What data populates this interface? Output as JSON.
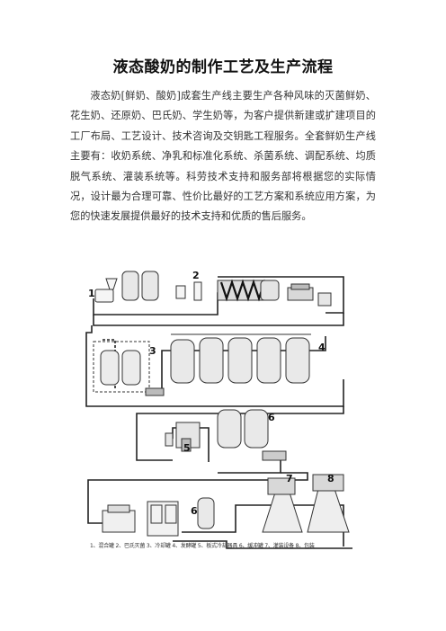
{
  "document": {
    "title": "液态酸奶的制作工艺及生产流程",
    "paragraph": "液态奶[鲜奶、酸奶]成套生产线主要生产各种风味的灭菌鲜奶、花生奶、还原奶、巴氏奶、学生奶等，为客户提供新建或扩建项目的工厂布局、工艺设计、技术咨询及交钥匙工程服务。全套鲜奶生产线主要有：收奶系统、净乳和标准化系统、杀菌系统、调配系统、均质脱气系统、灌装系统等。科劳技术支持和服务部将根据您的实际情况，设计最为合理可靠、性价比最好的工艺方案和系统应用方案，为您的快速发展提供最好的技术支持和优质的售后服务。"
  },
  "diagram": {
    "stage_numbers": [
      "1",
      "2",
      "3",
      "4",
      "5",
      "6",
      "6",
      "7",
      "8"
    ],
    "legend": "1、混合罐 2、巴氏灭菌 3、冷却罐 4、发酵罐 5、板式冷却器具 6、缓冲罐 7、灌装设备 8、包装"
  }
}
